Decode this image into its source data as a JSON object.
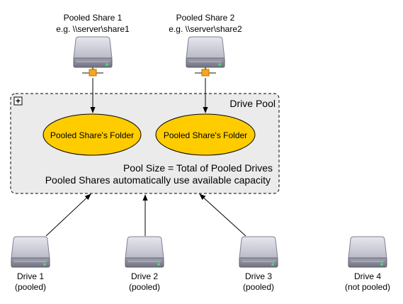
{
  "shares": [
    {
      "title": "Pooled Share 1",
      "path": "e.g. \\\\server\\share1"
    },
    {
      "title": "Pooled Share 2",
      "path": "e.g. \\\\server\\share2"
    }
  ],
  "pool": {
    "title": "Drive Pool",
    "toggle_symbol": "+",
    "folders": [
      "Pooled Share's Folder",
      "Pooled Share's Folder"
    ],
    "size_text": "Pool Size = Total of Pooled Drives",
    "capacity_text": "Pooled Shares automatically use available capacity"
  },
  "drives": [
    {
      "name": "Drive 1",
      "status": "(pooled)"
    },
    {
      "name": "Drive 2",
      "status": "(pooled)"
    },
    {
      "name": "Drive 3",
      "status": "(pooled)"
    },
    {
      "name": "Drive 4",
      "status": "(not pooled)"
    }
  ],
  "colors": {
    "folder_fill": "#FFCC00",
    "pool_fill": "#EBEBEB",
    "drive_body": "#C8C9D2",
    "connector_orange": "#F5A623"
  },
  "icons": {
    "share": "network-drive-icon",
    "drive": "hard-drive-icon",
    "toggle": "expand-icon"
  }
}
